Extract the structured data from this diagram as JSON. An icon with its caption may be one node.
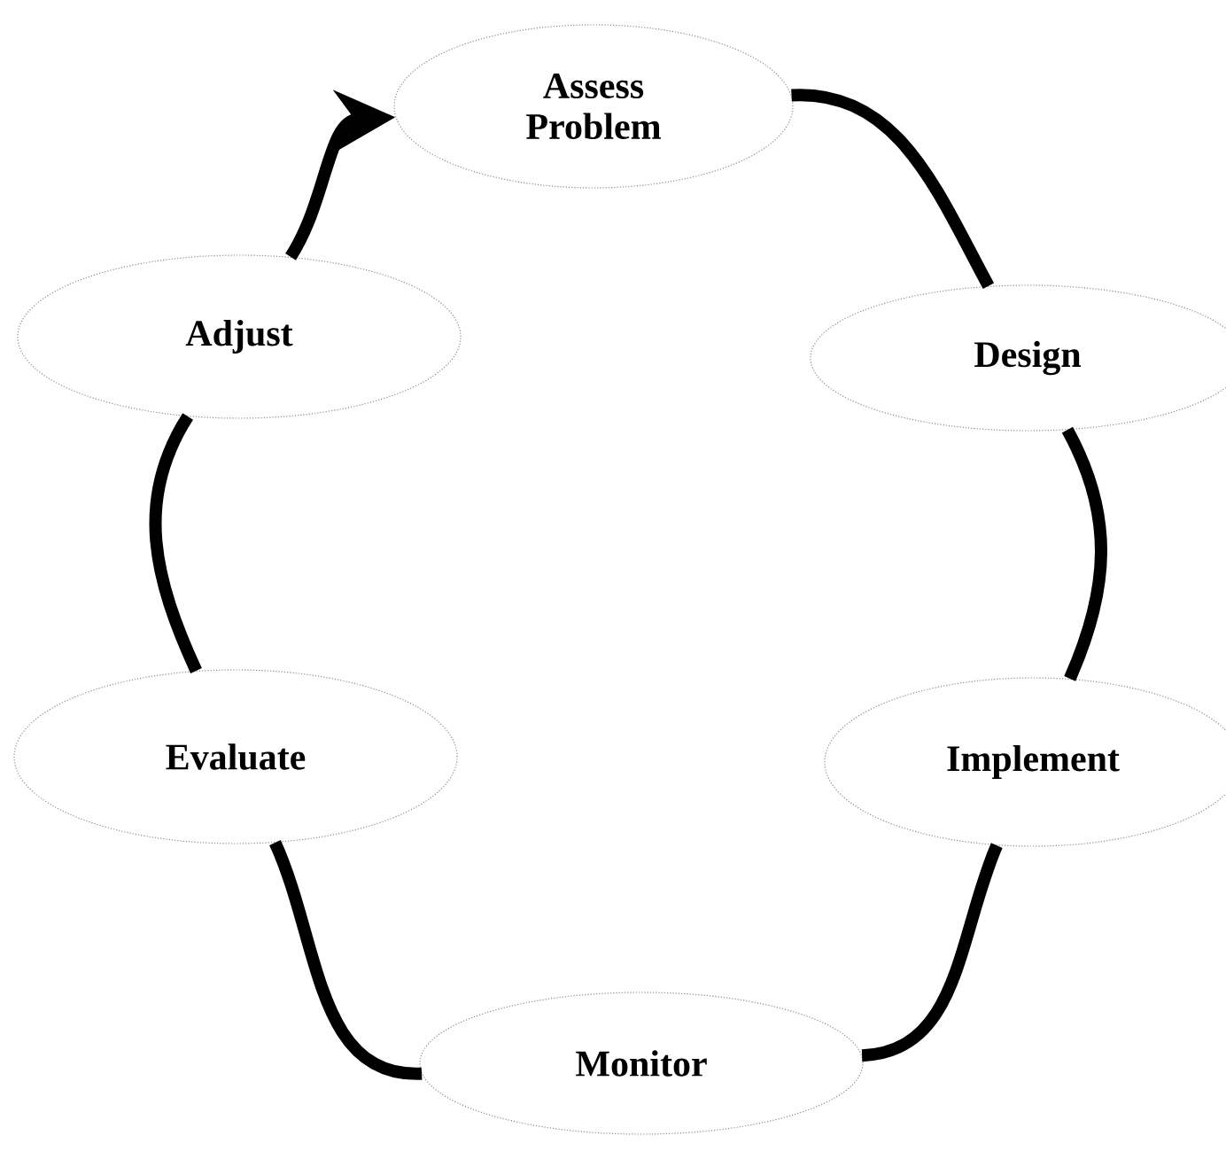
{
  "diagram": {
    "nodes": [
      {
        "text": [
          "Assess Problem"
        ]
      },
      {
        "text": [
          "Design"
        ]
      },
      {
        "text": [
          "Implement"
        ]
      },
      {
        "text": [
          "Monitor"
        ]
      },
      {
        "text": [
          "Evaluate"
        ]
      },
      {
        "text": [
          "Adjust"
        ]
      }
    ],
    "edges": [
      {
        "from": 0,
        "to": 1,
        "arrow": "none"
      },
      {
        "from": 1,
        "to": 2,
        "arrow": "none"
      },
      {
        "from": 2,
        "to": 3,
        "arrow": "none"
      },
      {
        "from": 3,
        "to": 4,
        "arrow": "none"
      },
      {
        "from": 4,
        "to": 5,
        "arrow": "none"
      },
      {
        "from": 5,
        "to": 0,
        "arrow": "to"
      }
    ]
  }
}
